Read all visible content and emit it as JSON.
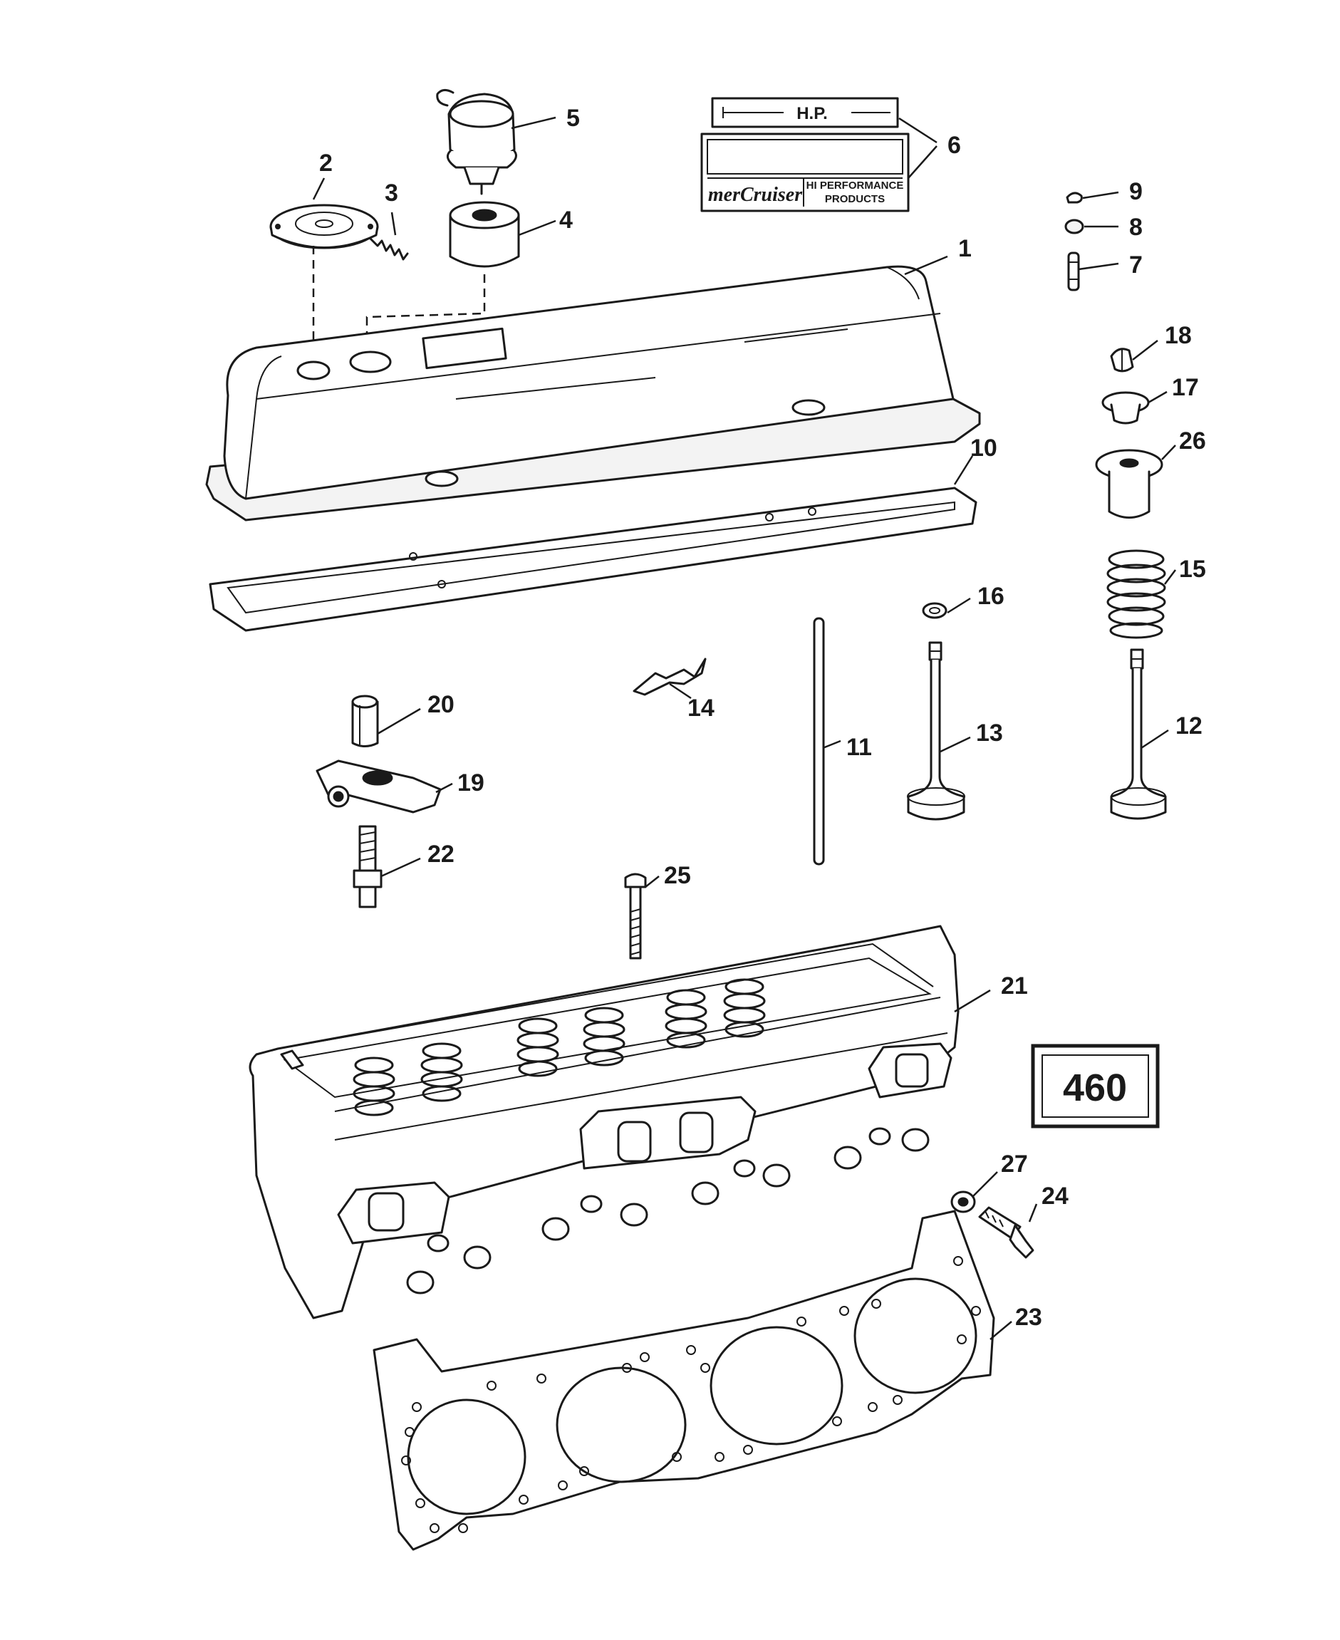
{
  "diagram": {
    "page_number": "460",
    "decal_top_text": "H.P.",
    "decal_brand": "merCruiser",
    "decal_tagline_1": "HI PERFORMANCE",
    "decal_tagline_2": "PRODUCTS",
    "callouts": [
      {
        "id": "1",
        "text": "1"
      },
      {
        "id": "2",
        "text": "2"
      },
      {
        "id": "3",
        "text": "3"
      },
      {
        "id": "4",
        "text": "4"
      },
      {
        "id": "5",
        "text": "5"
      },
      {
        "id": "6",
        "text": "6"
      },
      {
        "id": "7",
        "text": "7"
      },
      {
        "id": "8",
        "text": "8"
      },
      {
        "id": "9",
        "text": "9"
      },
      {
        "id": "10",
        "text": "10"
      },
      {
        "id": "11",
        "text": "11"
      },
      {
        "id": "12",
        "text": "12"
      },
      {
        "id": "13",
        "text": "13"
      },
      {
        "id": "14",
        "text": "14"
      },
      {
        "id": "15",
        "text": "15"
      },
      {
        "id": "16",
        "text": "16"
      },
      {
        "id": "17",
        "text": "17"
      },
      {
        "id": "18",
        "text": "18"
      },
      {
        "id": "19",
        "text": "19"
      },
      {
        "id": "20",
        "text": "20"
      },
      {
        "id": "21",
        "text": "21"
      },
      {
        "id": "22",
        "text": "22"
      },
      {
        "id": "23",
        "text": "23"
      },
      {
        "id": "24",
        "text": "24"
      },
      {
        "id": "25",
        "text": "25"
      },
      {
        "id": "26",
        "text": "26"
      },
      {
        "id": "27",
        "text": "27"
      }
    ]
  }
}
